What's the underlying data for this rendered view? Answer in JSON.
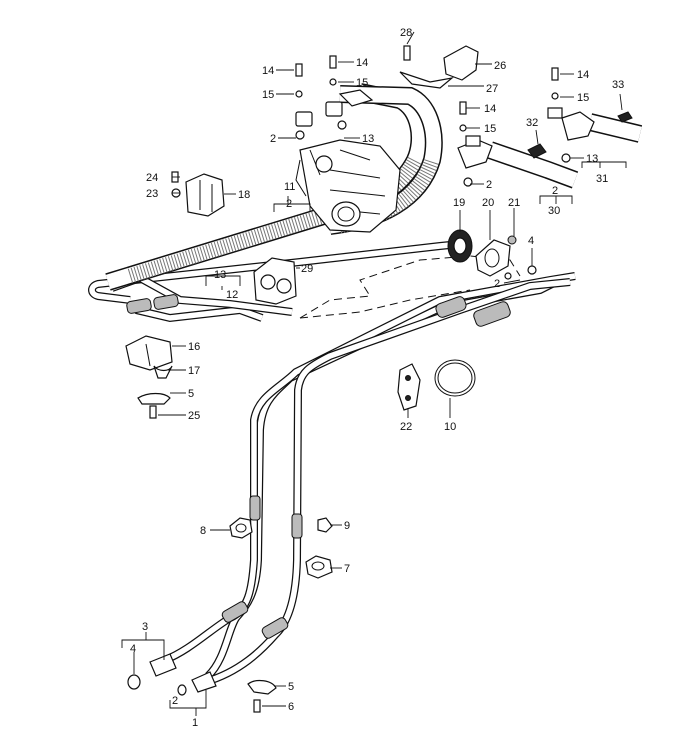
{
  "callouts": {
    "c28": "28",
    "c26": "26",
    "c27": "27",
    "c14a": "14",
    "c15a": "15",
    "c14b": "14",
    "c15b": "15",
    "c14c": "14",
    "c15c": "15",
    "c14d": "14",
    "c15d": "15",
    "c2a": "2",
    "c13a": "13",
    "c32": "32",
    "c33": "33",
    "c13b": "13",
    "c2b": "2",
    "c31": "31",
    "c2c": "2",
    "c30": "30",
    "c24": "24",
    "c23": "23",
    "c18": "18",
    "c11": "11",
    "c2d": "2",
    "c19": "19",
    "c20": "20",
    "c21": "21",
    "c4a": "4",
    "c2e": "2",
    "c29": "29",
    "c13c": "13",
    "c12": "12",
    "c16": "16",
    "c17": "17",
    "c5a": "5",
    "c25": "25",
    "c22": "22",
    "c10": "10",
    "c8": "8",
    "c9": "9",
    "c7": "7",
    "c3": "3",
    "c4b": "4",
    "c2f": "2",
    "c1": "1",
    "c5b": "5",
    "c6": "6"
  }
}
